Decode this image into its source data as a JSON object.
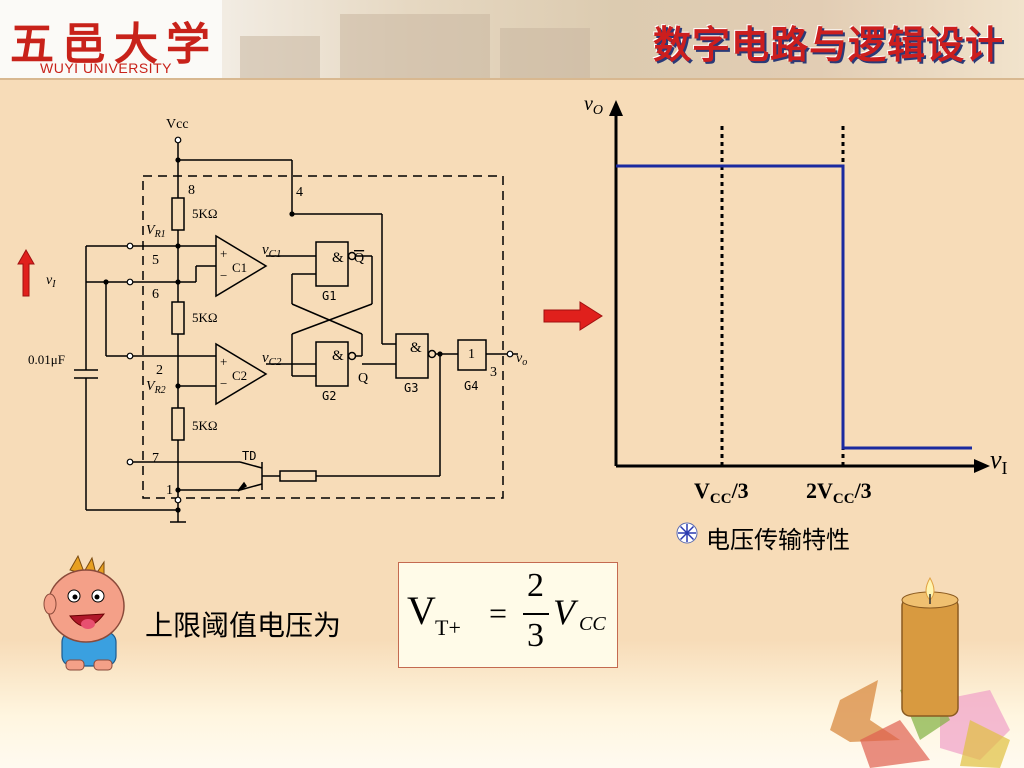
{
  "header": {
    "logo_cn": "五邑大学",
    "logo_en": "WUYI UNIVERSITY",
    "title": "数字电路与逻辑设计"
  },
  "circuit": {
    "vcc": "Vcc",
    "pins": {
      "p8": "8",
      "p4": "4",
      "p5": "5",
      "p6": "6",
      "p2": "2",
      "p7": "7",
      "p1": "1",
      "p3": "3"
    },
    "resistor": "5KΩ",
    "vr1": "V",
    "vr1_sub": "R1",
    "vr2": "V",
    "vr2_sub": "R2",
    "vi": "v",
    "vi_sub": "I",
    "cap": "0.01μF",
    "comp1": "C1",
    "comp2": "C2",
    "vc1": "v",
    "vc1_sub": "C1",
    "vc2": "v",
    "vc2_sub": "C2",
    "and_sym": "&",
    "q": "Q",
    "qbar": "Q",
    "g1": "G1",
    "g2": "G2",
    "g3": "G3",
    "g4": "G4",
    "not_sym": "1",
    "vo": "v",
    "vo_sub": "o",
    "td": "TD",
    "plus": "+",
    "minus": "−"
  },
  "graph": {
    "ylabel": "v",
    "ylabel_sub": "O",
    "xlabel": "v",
    "xlabel_sub": "I",
    "tick1": "V",
    "tick1_sub": "CC",
    "tick1_tail": "/3",
    "tick2": "2V",
    "tick2_sub": "CC",
    "tick2_tail": "/3"
  },
  "caption": "电压传输特性",
  "bottom_label": "上限阈值电压为",
  "formula": {
    "v": "V",
    "sub": "T+",
    "eq": "=",
    "num": "2",
    "den": "3",
    "vcc": "V",
    "vcc_sub": "CC"
  },
  "colors": {
    "title_red": "#cc1e1e",
    "arrow_red": "#e0201c",
    "curve_blue": "#1a2aa0"
  }
}
